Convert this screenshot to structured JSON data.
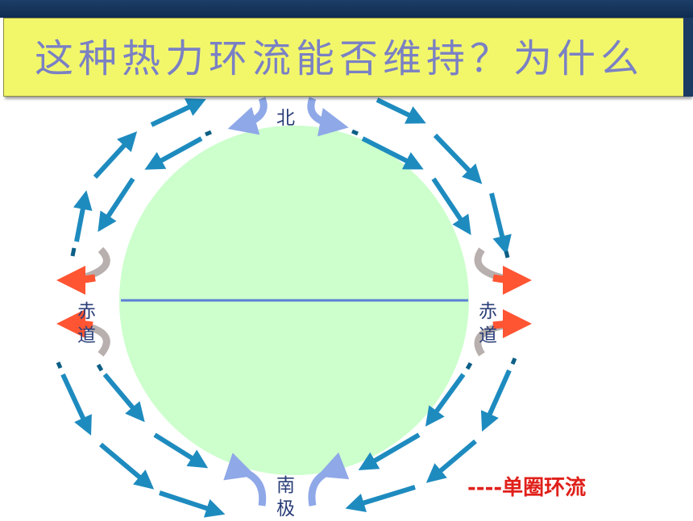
{
  "title": "这种热力环流能否维持？为什么",
  "labels": {
    "north_pole": "北",
    "south_pole_1": "南",
    "south_pole_2": "极",
    "equator_left_1": "赤",
    "equator_left_2": "道",
    "equator_right_1": "赤",
    "equator_right_2": "道"
  },
  "caption": "----单圈环流",
  "colors": {
    "earth_fill": "#ccffcc",
    "equator_line": "#5b7fd6",
    "arrow_blue": "#1e8bbf",
    "title_fill": "#f2f76a",
    "title_text": "#7a80c4",
    "caption": "#e0201a",
    "rising_air_red": "#ff5533"
  }
}
